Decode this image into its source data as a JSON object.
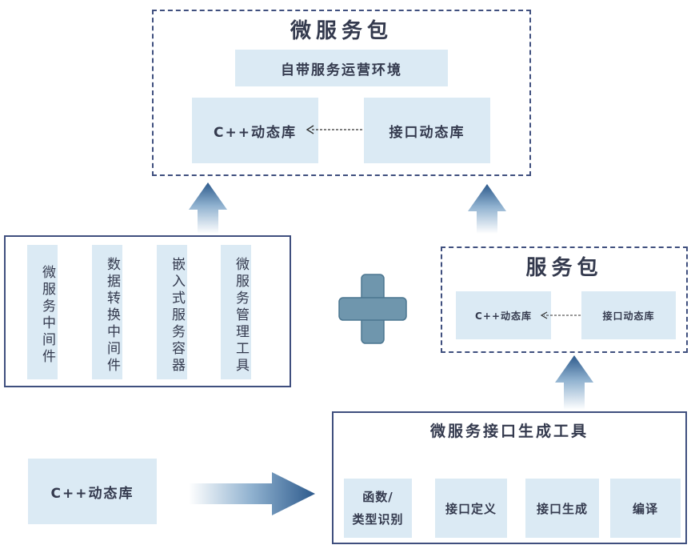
{
  "top_package": {
    "title": "微服务包",
    "runtime": "自带服务运营环境",
    "cpp_lib": "C++动态库",
    "interface_lib": "接口动态库"
  },
  "service_package": {
    "title": "服务包",
    "cpp_lib": "C++动态库",
    "interface_lib": "接口动态库"
  },
  "middleware_items": [
    "微服务中间件",
    "数据转换中间件",
    "嵌入式服务容器",
    "微服务管理工具"
  ],
  "input_lib": "C++动态库",
  "generator": {
    "title": "微服务接口生成工具",
    "steps": [
      "函数/类型识别",
      "接口定义",
      "接口生成",
      "编译"
    ],
    "step1_line1": "函数/",
    "step1_line2": "类型识别"
  },
  "colors": {
    "border": "#3f4f7e",
    "box_fill": "#dbeaf4",
    "arrow_dark": "#2d5a8c",
    "plus_fill": "#6f96ad"
  }
}
